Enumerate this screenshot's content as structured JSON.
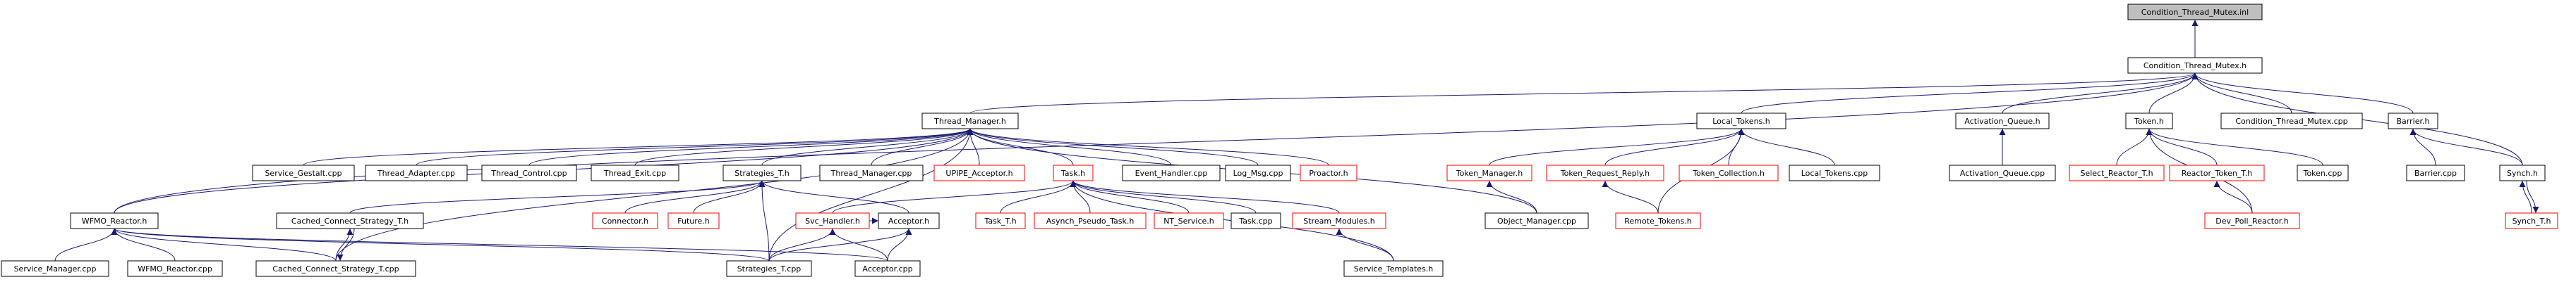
{
  "graph": {
    "colors": {
      "edge": "#191970",
      "node_border_default": "#000000",
      "node_border_undocumented": "#ff0000",
      "root_fill": "#bfbfbf",
      "node_fill": "#ffffff",
      "label_text": "#000000"
    },
    "nodes": [
      {
        "id": "cond_inl",
        "label": "Condition_Thread_Mutex.inl",
        "style": "root"
      },
      {
        "id": "cond_h",
        "label": "Condition_Thread_Mutex.h",
        "style": "default"
      },
      {
        "id": "thread_mgr_h",
        "label": "Thread_Manager.h",
        "style": "default"
      },
      {
        "id": "local_tokens_h",
        "label": "Local_Tokens.h",
        "style": "default"
      },
      {
        "id": "activation_queue_h",
        "label": "Activation_Queue.h",
        "style": "default"
      },
      {
        "id": "token_h",
        "label": "Token.h",
        "style": "default"
      },
      {
        "id": "cond_cpp",
        "label": "Condition_Thread_Mutex.cpp",
        "style": "default"
      },
      {
        "id": "barrier_h",
        "label": "Barrier.h",
        "style": "default"
      },
      {
        "id": "service_gestalt",
        "label": "Service_Gestalt.cpp",
        "style": "default"
      },
      {
        "id": "thread_adapter",
        "label": "Thread_Adapter.cpp",
        "style": "default"
      },
      {
        "id": "thread_control",
        "label": "Thread_Control.cpp",
        "style": "default"
      },
      {
        "id": "thread_exit",
        "label": "Thread_Exit.cpp",
        "style": "default"
      },
      {
        "id": "strategies_t_h",
        "label": "Strategies_T.h",
        "style": "default"
      },
      {
        "id": "thread_mgr_cpp",
        "label": "Thread_Manager.cpp",
        "style": "default"
      },
      {
        "id": "upipe_acceptor",
        "label": "UPIPE_Acceptor.h",
        "style": "undocumented"
      },
      {
        "id": "task_h",
        "label": "Task.h",
        "style": "undocumented"
      },
      {
        "id": "event_handler",
        "label": "Event_Handler.cpp",
        "style": "default"
      },
      {
        "id": "log_msg",
        "label": "Log_Msg.cpp",
        "style": "default"
      },
      {
        "id": "proactor_h",
        "label": "Proactor.h",
        "style": "undocumented"
      },
      {
        "id": "token_manager",
        "label": "Token_Manager.h",
        "style": "undocumented"
      },
      {
        "id": "token_rr",
        "label": "Token_Request_Reply.h",
        "style": "undocumented"
      },
      {
        "id": "token_collection",
        "label": "Token_Collection.h",
        "style": "undocumented"
      },
      {
        "id": "local_tokens_cpp",
        "label": "Local_Tokens.cpp",
        "style": "default"
      },
      {
        "id": "activation_queue_cpp",
        "label": "Activation_Queue.cpp",
        "style": "default"
      },
      {
        "id": "select_reactor",
        "label": "Select_Reactor_T.h",
        "style": "undocumented"
      },
      {
        "id": "reactor_token",
        "label": "Reactor_Token_T.h",
        "style": "undocumented"
      },
      {
        "id": "token_cpp",
        "label": "Token.cpp",
        "style": "default"
      },
      {
        "id": "barrier_cpp",
        "label": "Barrier.cpp",
        "style": "default"
      },
      {
        "id": "synch_h",
        "label": "Synch.h",
        "style": "default"
      },
      {
        "id": "wfmo_reactor_h",
        "label": "WFMO_Reactor.h",
        "style": "default"
      },
      {
        "id": "cached_connect_h",
        "label": "Cached_Connect_Strategy_T.h",
        "style": "default"
      },
      {
        "id": "connector_h",
        "label": "Connector.h",
        "style": "undocumented"
      },
      {
        "id": "future_h",
        "label": "Future.h",
        "style": "undocumented"
      },
      {
        "id": "svc_handler",
        "label": "Svc_Handler.h",
        "style": "undocumented"
      },
      {
        "id": "acceptor_h",
        "label": "Acceptor.h",
        "style": "default"
      },
      {
        "id": "task_t_h",
        "label": "Task_T.h",
        "style": "undocumented"
      },
      {
        "id": "asynch_pseudo",
        "label": "Asynch_Pseudo_Task.h",
        "style": "undocumented"
      },
      {
        "id": "nt_service",
        "label": "NT_Service.h",
        "style": "undocumented"
      },
      {
        "id": "task_cpp",
        "label": "Task.cpp",
        "style": "default"
      },
      {
        "id": "stream_modules",
        "label": "Stream_Modules.h",
        "style": "undocumented"
      },
      {
        "id": "object_mgr",
        "label": "Object_Manager.cpp",
        "style": "default"
      },
      {
        "id": "remote_tokens",
        "label": "Remote_Tokens.h",
        "style": "undocumented"
      },
      {
        "id": "dev_poll",
        "label": "Dev_Poll_Reactor.h",
        "style": "undocumented"
      },
      {
        "id": "synch_t",
        "label": "Synch_T.h",
        "style": "undocumented"
      },
      {
        "id": "service_mgr",
        "label": "Service_Manager.cpp",
        "style": "default"
      },
      {
        "id": "wfmo_reactor_cpp",
        "label": "WFMO_Reactor.cpp",
        "style": "default"
      },
      {
        "id": "cached_connect_cpp",
        "label": "Cached_Connect_Strategy_T.cpp",
        "style": "default"
      },
      {
        "id": "strategies_t_cpp",
        "label": "Strategies_T.cpp",
        "style": "default"
      },
      {
        "id": "acceptor_cpp",
        "label": "Acceptor.cpp",
        "style": "default"
      },
      {
        "id": "service_templates",
        "label": "Service_Templates.h",
        "style": "default"
      }
    ],
    "edges": [
      [
        "cond_h",
        "cond_inl"
      ],
      [
        "thread_mgr_h",
        "cond_h"
      ],
      [
        "local_tokens_h",
        "cond_h"
      ],
      [
        "activation_queue_h",
        "cond_h"
      ],
      [
        "token_h",
        "cond_h"
      ],
      [
        "cond_cpp",
        "cond_h"
      ],
      [
        "barrier_h",
        "cond_h"
      ],
      [
        "synch_h",
        "cond_h"
      ],
      [
        "wfmo_reactor_h",
        "cond_h"
      ],
      [
        "service_gestalt",
        "thread_mgr_h"
      ],
      [
        "thread_adapter",
        "thread_mgr_h"
      ],
      [
        "thread_control",
        "thread_mgr_h"
      ],
      [
        "thread_exit",
        "thread_mgr_h"
      ],
      [
        "strategies_t_h",
        "thread_mgr_h"
      ],
      [
        "thread_mgr_cpp",
        "thread_mgr_h"
      ],
      [
        "upipe_acceptor",
        "thread_mgr_h"
      ],
      [
        "task_h",
        "thread_mgr_h"
      ],
      [
        "event_handler",
        "thread_mgr_h"
      ],
      [
        "log_msg",
        "thread_mgr_h"
      ],
      [
        "proactor_h",
        "thread_mgr_h"
      ],
      [
        "object_mgr",
        "thread_mgr_h"
      ],
      [
        "wfmo_reactor_h",
        "thread_mgr_h"
      ],
      [
        "cached_connect_cpp",
        "thread_mgr_h"
      ],
      [
        "strategies_t_cpp",
        "thread_mgr_h"
      ],
      [
        "token_manager",
        "local_tokens_h"
      ],
      [
        "token_rr",
        "local_tokens_h"
      ],
      [
        "token_collection",
        "local_tokens_h"
      ],
      [
        "local_tokens_cpp",
        "local_tokens_h"
      ],
      [
        "remote_tokens",
        "local_tokens_h"
      ],
      [
        "object_mgr",
        "token_manager"
      ],
      [
        "remote_tokens",
        "token_rr"
      ],
      [
        "activation_queue_cpp",
        "activation_queue_h"
      ],
      [
        "select_reactor",
        "token_h"
      ],
      [
        "reactor_token",
        "token_h"
      ],
      [
        "token_cpp",
        "token_h"
      ],
      [
        "dev_poll",
        "token_h"
      ],
      [
        "dev_poll",
        "reactor_token"
      ],
      [
        "barrier_cpp",
        "barrier_h"
      ],
      [
        "synch_h",
        "barrier_h"
      ],
      [
        "synch_t",
        "synch_h"
      ],
      [
        "synch_h",
        "synch_t"
      ],
      [
        "cached_connect_h",
        "strategies_t_h"
      ],
      [
        "connector_h",
        "strategies_t_h"
      ],
      [
        "future_h",
        "strategies_t_h"
      ],
      [
        "strategies_t_cpp",
        "strategies_t_h"
      ],
      [
        "acceptor_h",
        "strategies_t_h"
      ],
      [
        "svc_handler",
        "task_h"
      ],
      [
        "task_t_h",
        "task_h"
      ],
      [
        "asynch_pseudo",
        "task_h"
      ],
      [
        "nt_service",
        "task_h"
      ],
      [
        "task_cpp",
        "task_h"
      ],
      [
        "stream_modules",
        "task_h"
      ],
      [
        "service_templates",
        "task_h"
      ],
      [
        "service_templates",
        "stream_modules"
      ],
      [
        "strategies_t_cpp",
        "svc_handler"
      ],
      [
        "acceptor_cpp",
        "svc_handler"
      ],
      [
        "strategies_t_cpp",
        "acceptor_h"
      ],
      [
        "acceptor_cpp",
        "acceptor_h"
      ],
      [
        "cached_connect_cpp",
        "cached_connect_h"
      ],
      [
        "cached_connect_h",
        "cached_connect_cpp"
      ],
      [
        "service_mgr",
        "wfmo_reactor_h"
      ],
      [
        "wfmo_reactor_cpp",
        "wfmo_reactor_h"
      ],
      [
        "cached_connect_cpp",
        "wfmo_reactor_h"
      ],
      [
        "strategies_t_cpp",
        "wfmo_reactor_h"
      ],
      [
        "acceptor_cpp",
        "wfmo_reactor_h"
      ],
      [
        "svc_handler",
        "acceptor_h"
      ]
    ]
  }
}
